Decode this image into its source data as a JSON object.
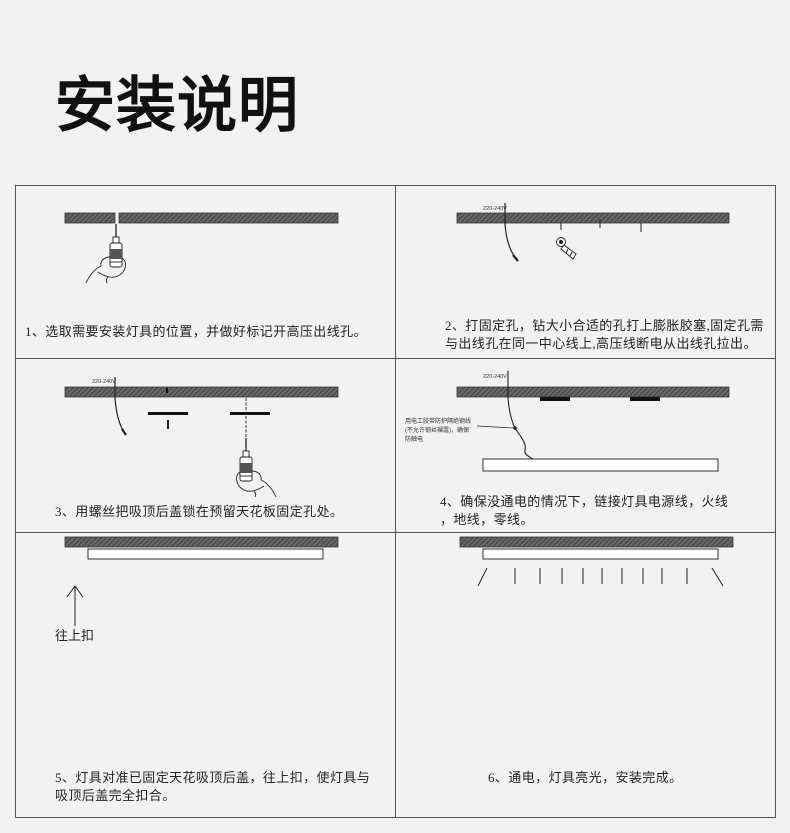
{
  "title": "安装说明",
  "steps": [
    {
      "lines": [
        "1、选取需要安装灯具的位置，并做好标记开高压出线孔。"
      ]
    },
    {
      "lines": [
        "2、打固定孔，钻大小合适的孔打上膨胀胶塞,固定孔需",
        "与出线孔在同一中心线上,高压线断电从出线孔拉出。"
      ]
    },
    {
      "lines": [
        "3、用螺丝把吸顶后盖锁在预留天花板固定孔处。"
      ]
    },
    {
      "lines": [
        "4、确保没通电的情况下，链接灯具电源线，火线",
        "，地线，零线。"
      ]
    },
    {
      "lines": [
        "5、灯具对准已固定天花吸顶后盖，往上扣，使灯具与",
        "吸顶后盖完全扣合。"
      ]
    },
    {
      "lines": [
        "6、通电，灯具亮光，安装完成。"
      ]
    }
  ],
  "diagram": {
    "voltage_label": "220-240V",
    "wire_note": [
      "用电工胶带防护隔绝钢线",
      "(不允许钢丝裸露)，确保",
      "防触电"
    ],
    "arrow_label": "往上扣"
  },
  "colors": {
    "background": "#f2f2f2",
    "grid_line": "#555555",
    "ceiling": "#5b5b5b",
    "text": "#222222"
  }
}
